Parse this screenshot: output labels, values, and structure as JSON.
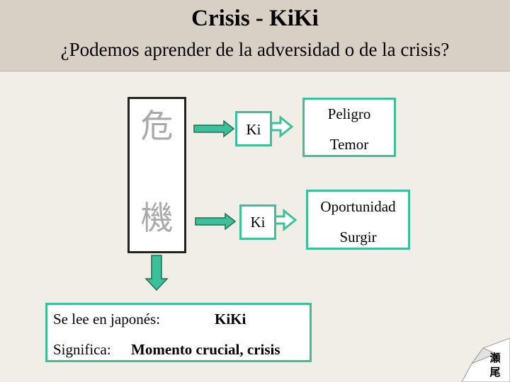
{
  "header": {
    "title": "Crisis - KiKi",
    "subtitle": "¿Podemos aprender de la adversidad o de la crisis?"
  },
  "kanji": {
    "first": "危",
    "second": "機"
  },
  "ki_top": "Ki",
  "ki_bottom": "Ki",
  "meaning_top": {
    "line1": "Peligro",
    "line2": "Temor"
  },
  "meaning_bottom": {
    "line1": "Oportunidad",
    "line2": "Surgir"
  },
  "info": {
    "label1": "Se lee en japonés:",
    "value1": "KiKi",
    "label2": "Significa:",
    "value2": "Momento crucial, crisis"
  },
  "corner": {
    "char1": "瀬",
    "char2": "尾"
  },
  "colors": {
    "accent": "#3cc09a",
    "header_bg": "#d9d0c5",
    "page_bg": "#f0eee6"
  }
}
